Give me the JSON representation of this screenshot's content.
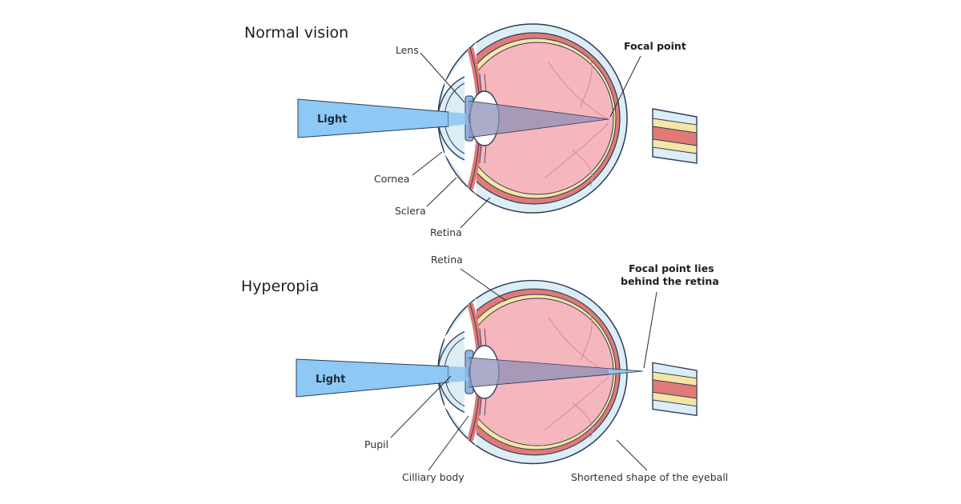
{
  "normal": {
    "title": "Normal vision",
    "light": "Light",
    "lens": "Lens",
    "cornea": "Cornea",
    "sclera": "Sclera",
    "retina": "Retina",
    "focal_point": "Focal point"
  },
  "hyperopia": {
    "title": "Hyperopia",
    "light": "Light",
    "retina": "Retina",
    "focal_line1": "Focal point lies",
    "focal_line2": "behind the retina",
    "pupil": "Pupil",
    "ciliary_body": "Cilliary body",
    "shortened": "Shortened shape of the eyeball"
  },
  "colors": {
    "sclera_fill": "#dcedf5",
    "choroid_fill": "#e07a78",
    "retina_fill": "#f5e6a6",
    "vitreous_fill": "#f6b6bd",
    "light_beam": "#8ec8f4",
    "focused_light": "#8f8fb8",
    "iris": "#8cb7e6",
    "outline": "#2b3d57"
  }
}
